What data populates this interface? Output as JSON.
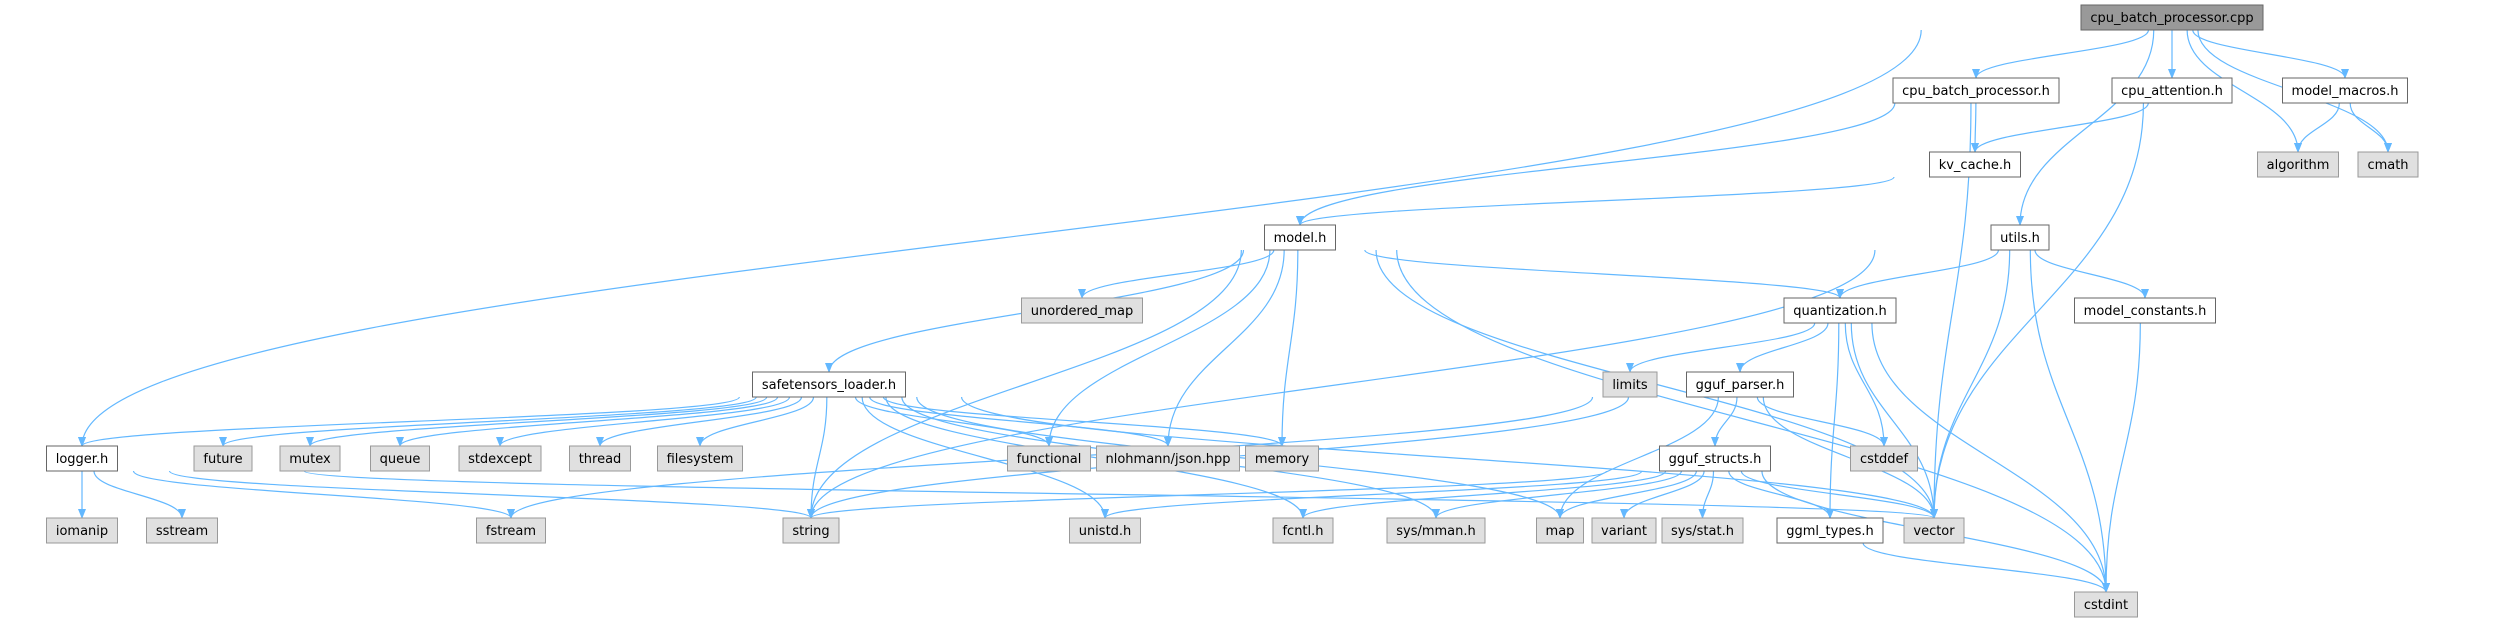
{
  "title": "cpu_batch_processor.cpp",
  "colors": {
    "root_fill": "#999999",
    "root_stroke": "#666666",
    "project_fill": "#ffffff",
    "project_stroke": "#666666",
    "system_fill": "#e0e0e0",
    "system_stroke": "#999999",
    "edge": "#63b8ff"
  },
  "nodes": [
    {
      "id": "cpu_batch_processor_cpp",
      "label": "cpu_batch_processor.cpp",
      "kind": "root"
    },
    {
      "id": "cpu_batch_processor_h",
      "label": "cpu_batch_processor.h",
      "kind": "project"
    },
    {
      "id": "cpu_attention_h",
      "label": "cpu_attention.h",
      "kind": "project"
    },
    {
      "id": "model_macros_h",
      "label": "model_macros.h",
      "kind": "project"
    },
    {
      "id": "algorithm",
      "label": "algorithm",
      "kind": "system"
    },
    {
      "id": "cmath",
      "label": "cmath",
      "kind": "system"
    },
    {
      "id": "kv_cache_h",
      "label": "kv_cache.h",
      "kind": "project"
    },
    {
      "id": "model_h",
      "label": "model.h",
      "kind": "project"
    },
    {
      "id": "utils_h",
      "label": "utils.h",
      "kind": "project"
    },
    {
      "id": "unordered_map",
      "label": "unordered_map",
      "kind": "system"
    },
    {
      "id": "quantization_h",
      "label": "quantization.h",
      "kind": "project"
    },
    {
      "id": "model_constants_h",
      "label": "model_constants.h",
      "kind": "project"
    },
    {
      "id": "safetensors_loader_h",
      "label": "safetensors_loader.h",
      "kind": "project"
    },
    {
      "id": "limits",
      "label": "limits",
      "kind": "system"
    },
    {
      "id": "gguf_parser_h",
      "label": "gguf_parser.h",
      "kind": "project"
    },
    {
      "id": "logger_h",
      "label": "logger.h",
      "kind": "project"
    },
    {
      "id": "future",
      "label": "future",
      "kind": "system"
    },
    {
      "id": "mutex",
      "label": "mutex",
      "kind": "system"
    },
    {
      "id": "queue",
      "label": "queue",
      "kind": "system"
    },
    {
      "id": "stdexcept",
      "label": "stdexcept",
      "kind": "system"
    },
    {
      "id": "thread",
      "label": "thread",
      "kind": "system"
    },
    {
      "id": "filesystem",
      "label": "filesystem",
      "kind": "system"
    },
    {
      "id": "functional",
      "label": "functional",
      "kind": "system"
    },
    {
      "id": "nlohmann_json",
      "label": "nlohmann/json.hpp",
      "kind": "system"
    },
    {
      "id": "memory",
      "label": "memory",
      "kind": "system"
    },
    {
      "id": "gguf_structs_h",
      "label": "gguf_structs.h",
      "kind": "project"
    },
    {
      "id": "cstddef",
      "label": "cstddef",
      "kind": "system"
    },
    {
      "id": "iomanip",
      "label": "iomanip",
      "kind": "system"
    },
    {
      "id": "sstream",
      "label": "sstream",
      "kind": "system"
    },
    {
      "id": "fstream",
      "label": "fstream",
      "kind": "system"
    },
    {
      "id": "string",
      "label": "string",
      "kind": "system"
    },
    {
      "id": "unistd_h",
      "label": "unistd.h",
      "kind": "system"
    },
    {
      "id": "fcntl_h",
      "label": "fcntl.h",
      "kind": "system"
    },
    {
      "id": "sys_mman_h",
      "label": "sys/mman.h",
      "kind": "system"
    },
    {
      "id": "map",
      "label": "map",
      "kind": "system"
    },
    {
      "id": "variant",
      "label": "variant",
      "kind": "system"
    },
    {
      "id": "sys_stat_h",
      "label": "sys/stat.h",
      "kind": "system"
    },
    {
      "id": "ggml_types_h",
      "label": "ggml_types.h",
      "kind": "project"
    },
    {
      "id": "vector",
      "label": "vector",
      "kind": "system"
    },
    {
      "id": "cstdint",
      "label": "cstdint",
      "kind": "system"
    }
  ],
  "edges": [
    [
      "cpu_batch_processor_cpp",
      "cpu_batch_processor_h"
    ],
    [
      "cpu_batch_processor_cpp",
      "cpu_attention_h"
    ],
    [
      "cpu_batch_processor_cpp",
      "model_macros_h"
    ],
    [
      "cpu_batch_processor_cpp",
      "algorithm"
    ],
    [
      "cpu_batch_processor_cpp",
      "cmath"
    ],
    [
      "cpu_batch_processor_cpp",
      "utils_h"
    ],
    [
      "cpu_batch_processor_cpp",
      "logger_h"
    ],
    [
      "cpu_batch_processor_h",
      "kv_cache_h"
    ],
    [
      "cpu_batch_processor_h",
      "model_h"
    ],
    [
      "cpu_batch_processor_h",
      "vector"
    ],
    [
      "cpu_attention_h",
      "kv_cache_h"
    ],
    [
      "cpu_attention_h",
      "vector"
    ],
    [
      "model_macros_h",
      "algorithm"
    ],
    [
      "model_macros_h",
      "cmath"
    ],
    [
      "kv_cache_h",
      "model_h"
    ],
    [
      "model_h",
      "unordered_map"
    ],
    [
      "model_h",
      "safetensors_loader_h"
    ],
    [
      "model_h",
      "quantization_h"
    ],
    [
      "model_h",
      "functional"
    ],
    [
      "model_h",
      "nlohmann_json"
    ],
    [
      "model_h",
      "memory"
    ],
    [
      "model_h",
      "vector"
    ],
    [
      "model_h",
      "string"
    ],
    [
      "model_h",
      "cstdint"
    ],
    [
      "utils_h",
      "quantization_h"
    ],
    [
      "utils_h",
      "model_constants_h"
    ],
    [
      "utils_h",
      "vector"
    ],
    [
      "utils_h",
      "string"
    ],
    [
      "utils_h",
      "cstdint"
    ],
    [
      "quantization_h",
      "limits"
    ],
    [
      "quantization_h",
      "gguf_parser_h"
    ],
    [
      "quantization_h",
      "cstddef"
    ],
    [
      "quantization_h",
      "ggml_types_h"
    ],
    [
      "quantization_h",
      "vector"
    ],
    [
      "quantization_h",
      "cstdint"
    ],
    [
      "model_constants_h",
      "cstdint"
    ],
    [
      "safetensors_loader_h",
      "logger_h"
    ],
    [
      "safetensors_loader_h",
      "future"
    ],
    [
      "safetensors_loader_h",
      "mutex"
    ],
    [
      "safetensors_loader_h",
      "queue"
    ],
    [
      "safetensors_loader_h",
      "stdexcept"
    ],
    [
      "safetensors_loader_h",
      "thread"
    ],
    [
      "safetensors_loader_h",
      "filesystem"
    ],
    [
      "safetensors_loader_h",
      "functional"
    ],
    [
      "safetensors_loader_h",
      "nlohmann_json"
    ],
    [
      "safetensors_loader_h",
      "memory"
    ],
    [
      "safetensors_loader_h",
      "string"
    ],
    [
      "safetensors_loader_h",
      "unistd_h"
    ],
    [
      "safetensors_loader_h",
      "fcntl_h"
    ],
    [
      "safetensors_loader_h",
      "sys_mman_h"
    ],
    [
      "safetensors_loader_h",
      "map"
    ],
    [
      "safetensors_loader_h",
      "vector"
    ],
    [
      "gguf_parser_h",
      "gguf_structs_h"
    ],
    [
      "gguf_parser_h",
      "cstddef"
    ],
    [
      "gguf_parser_h",
      "map"
    ],
    [
      "gguf_parser_h",
      "vector"
    ],
    [
      "gguf_parser_h",
      "string"
    ],
    [
      "gguf_parser_h",
      "fstream"
    ],
    [
      "logger_h",
      "iomanip"
    ],
    [
      "logger_h",
      "sstream"
    ],
    [
      "logger_h",
      "fstream"
    ],
    [
      "logger_h",
      "string"
    ],
    [
      "logger_h",
      "vector"
    ],
    [
      "gguf_structs_h",
      "map"
    ],
    [
      "gguf_structs_h",
      "variant"
    ],
    [
      "gguf_structs_h",
      "sys_stat_h"
    ],
    [
      "gguf_structs_h",
      "ggml_types_h"
    ],
    [
      "gguf_structs_h",
      "vector"
    ],
    [
      "gguf_structs_h",
      "cstdint"
    ],
    [
      "gguf_structs_h",
      "string"
    ],
    [
      "gguf_structs_h",
      "unistd_h"
    ],
    [
      "gguf_structs_h",
      "fcntl_h"
    ],
    [
      "gguf_structs_h",
      "sys_mman_h"
    ],
    [
      "ggml_types_h",
      "cstdint"
    ]
  ]
}
